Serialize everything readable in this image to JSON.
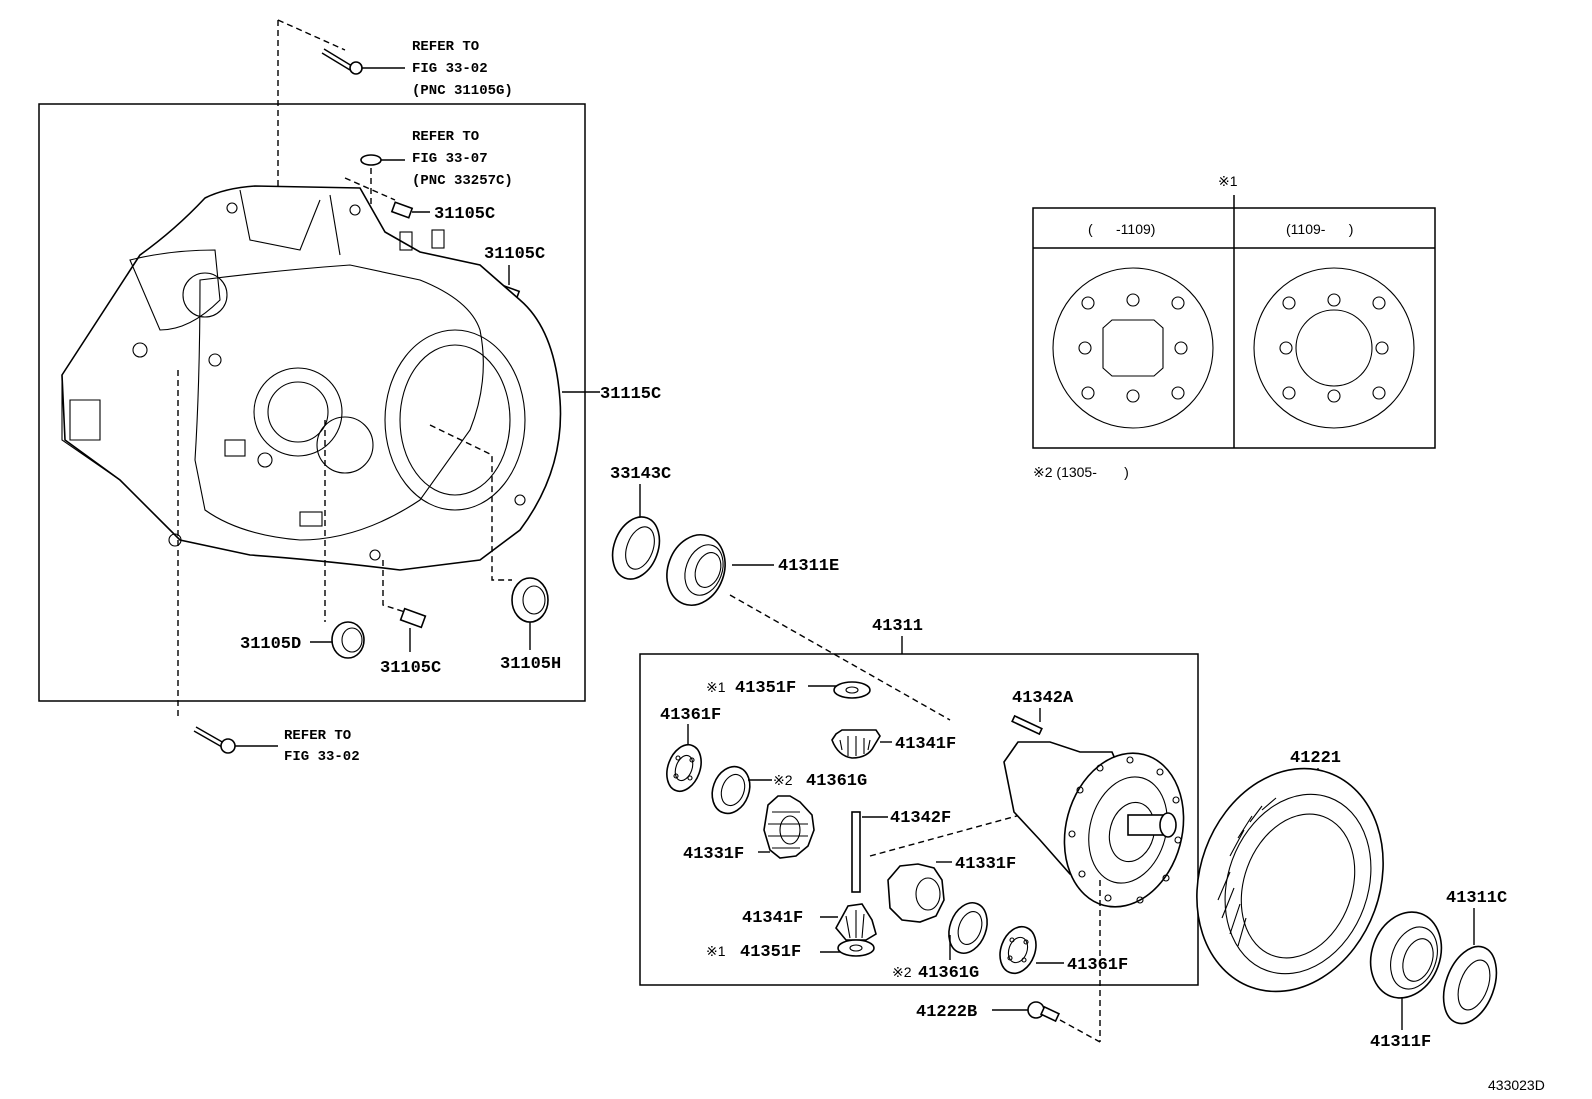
{
  "refs": {
    "ref_top_1": "REFER TO",
    "ref_top_2": "FIG 33-02",
    "ref_top_3": "(PNC 31105G)",
    "ref_mid_1": "REFER TO",
    "ref_mid_2": "FIG 33-07",
    "ref_mid_3": "(PNC 33257C)",
    "ref_bot_1": "REFER TO",
    "ref_bot_2": "FIG 33-02"
  },
  "labels": {
    "p31105C_a": "31105C",
    "p31105C_b": "31105C",
    "p31115C": "31115C",
    "p31105D": "31105D",
    "p31105C_c": "31105C",
    "p31105H": "31105H",
    "p33143C": "33143C",
    "p41311E": "41311E",
    "p41311": "41311",
    "p41351F_a": "41351F",
    "p41361F_a": "41361F",
    "p41341F_a": "41341F",
    "p41361G_a": "41361G",
    "p41342A": "41342A",
    "p41342F": "41342F",
    "p41331F_a": "41331F",
    "p41331F_b": "41331F",
    "p41341F_b": "41341F",
    "p41351F_b": "41351F",
    "p41361G_b": "41361G",
    "p41361F_b": "41361F",
    "p41222B": "41222B",
    "p41221": "41221",
    "p41311C": "41311C",
    "p41311F": "41311F"
  },
  "marks": {
    "mark1": "※1",
    "mark2": "※2",
    "mark1_a": "※1",
    "mark1_b": "※1",
    "mark2_a": "※2",
    "mark2_b": "※2"
  },
  "inset": {
    "col_left": "(      -1109)",
    "col_right": "(1109-      )",
    "note": "※2 (1305-       )"
  },
  "figure_id": "433023D"
}
